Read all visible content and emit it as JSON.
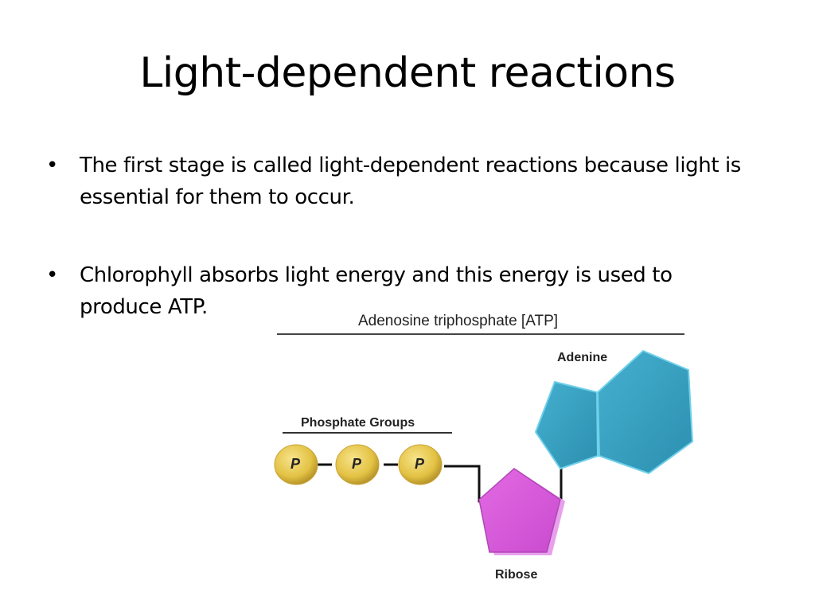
{
  "slide": {
    "title": "Light-dependent reactions",
    "bullets": [
      {
        "marker": "•",
        "text": "The first stage is called light-dependent reactions because light is essential for them to occur."
      },
      {
        "marker": "•",
        "text": "Chlorophyll absorbs light energy and this energy is used to produce ATP."
      }
    ]
  },
  "diagram": {
    "title": "Adenosine triphosphate [ATP]",
    "labels": {
      "phosphate_groups": "Phosphate Groups",
      "adenine": "Adenine",
      "ribose": "Ribose"
    },
    "phosphate_symbol": "P",
    "colors": {
      "phosphate": "#e8c84a",
      "ribose": "#d95fd9",
      "adenine": "#3aa3c4"
    }
  }
}
